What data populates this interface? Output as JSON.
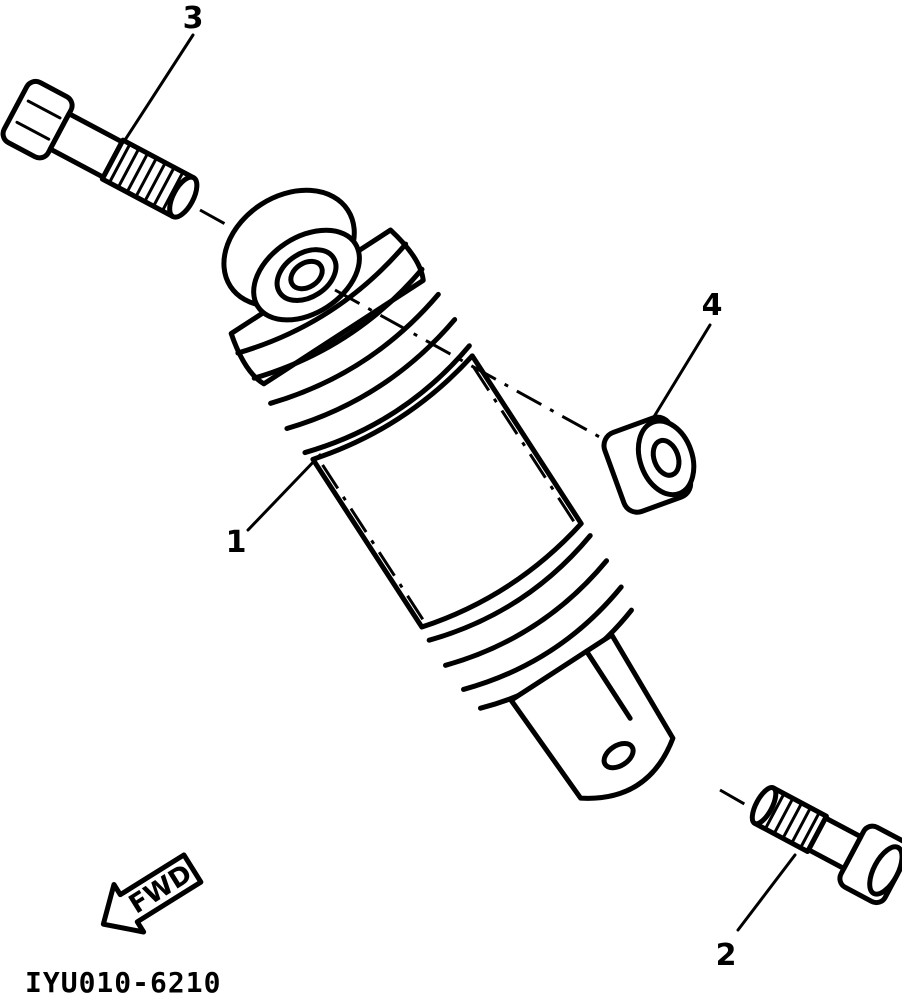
{
  "callouts": {
    "one": "1",
    "two": "2",
    "three": "3",
    "four": "4"
  },
  "fwd_label": "FWD",
  "part_code": "IYU010-6210"
}
